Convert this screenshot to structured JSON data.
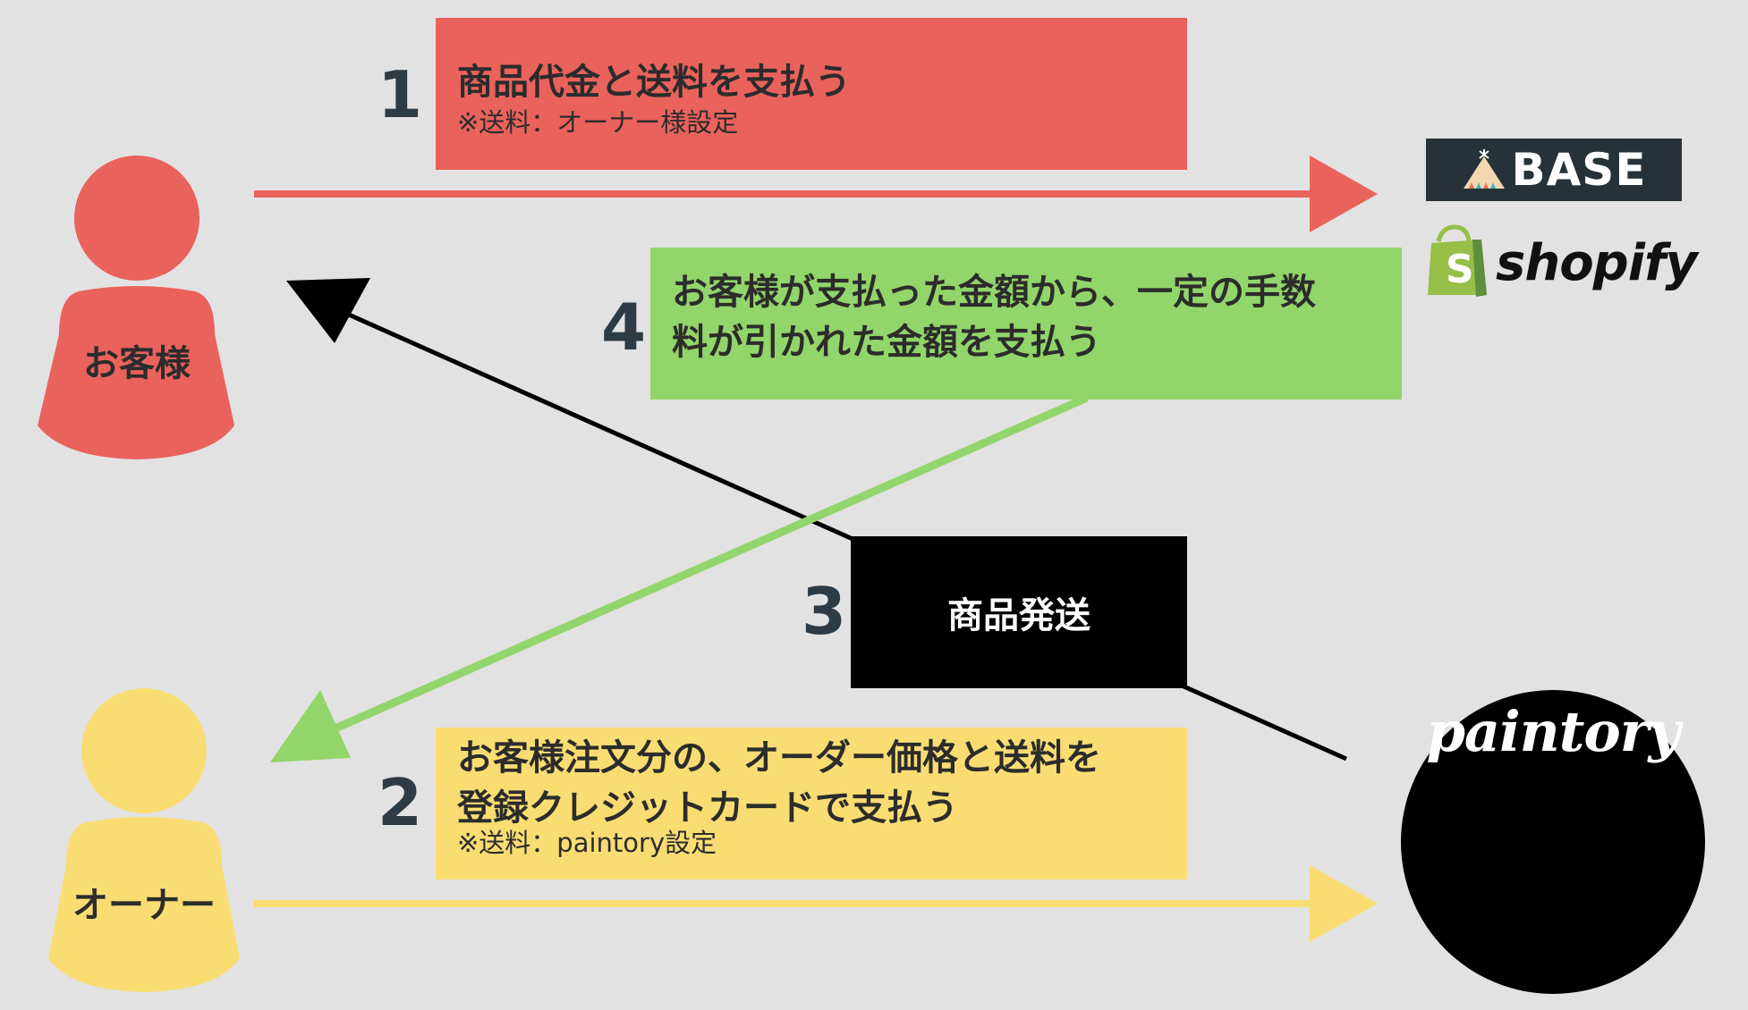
{
  "steps": [
    {
      "number": "1",
      "main": "商品代金と送料を支払う",
      "sub": "※送料：オーナー様設定"
    },
    {
      "number": "2",
      "main_line1": "お客様注文分の、オーダー価格と送料を",
      "main_line2": "登録クレジットカードで支払う",
      "sub": "※送料：paintory設定"
    },
    {
      "number": "3",
      "main": "商品発送"
    },
    {
      "number": "4",
      "main_line1": "お客様が支払った金額から、一定の手数",
      "main_line2": "料が引かれた金額を支払う"
    }
  ],
  "actors": {
    "customer": "お客様",
    "owner": "オーナー"
  },
  "logos": {
    "base": "BASE",
    "shopify": "shopify",
    "paintory": "paintory"
  },
  "colors": {
    "red": "#ea625c",
    "yellow": "#f9dd73",
    "green": "#92d56a",
    "black": "#000000",
    "background": "#e2e2e2"
  }
}
